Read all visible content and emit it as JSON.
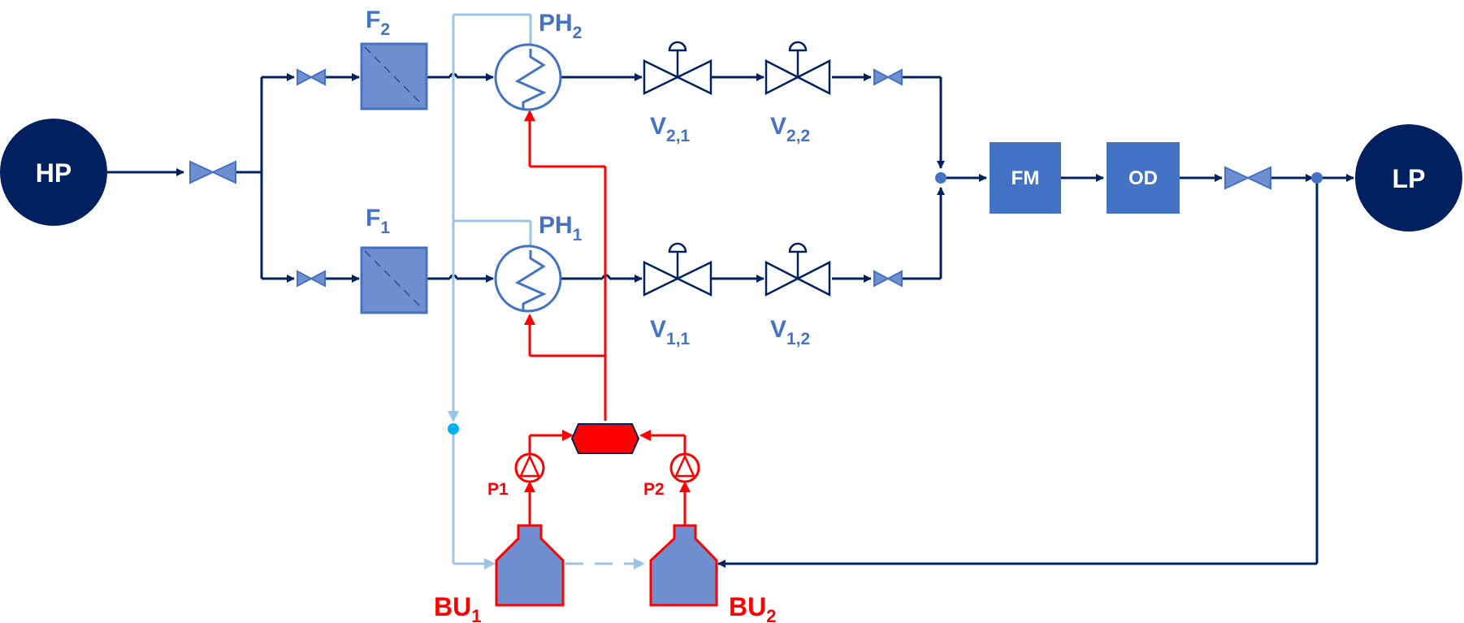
{
  "colors": {
    "dark_blue": "#002060",
    "mid_blue": "#4472c4",
    "filter_blue": "#6f8fd0",
    "light_blue": "#9dc3e6",
    "red": "#ff0000",
    "dot_cyan": "#00b0f0"
  },
  "nodes": {
    "hp": "HP",
    "lp": "LP",
    "fm": "FM",
    "od": "OD"
  },
  "filters": {
    "f2": {
      "main": "F",
      "sub": "2"
    },
    "f1": {
      "main": "F",
      "sub": "1"
    }
  },
  "preheaters": {
    "ph2": {
      "main": "PH",
      "sub": "2"
    },
    "ph1": {
      "main": "PH",
      "sub": "1"
    }
  },
  "control_valves": {
    "v21": {
      "main": "V",
      "sub": "2,1"
    },
    "v22": {
      "main": "V",
      "sub": "2,2"
    },
    "v11": {
      "main": "V",
      "sub": "1,1"
    },
    "v12": {
      "main": "V",
      "sub": "1,2"
    }
  },
  "pumps": {
    "p1": "P1",
    "p2": "P2"
  },
  "buffers": {
    "bu1": {
      "main": "BU",
      "sub": "1"
    },
    "bu2": {
      "main": "BU",
      "sub": "2"
    }
  }
}
